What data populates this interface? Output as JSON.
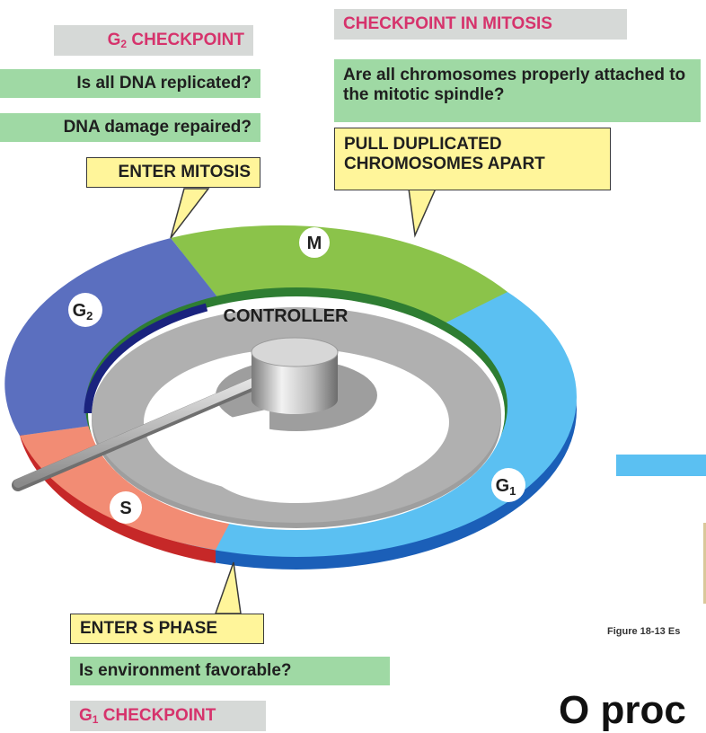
{
  "g2_checkpoint": {
    "prefix": "G",
    "sub": "2",
    "suffix": " CHECKPOINT"
  },
  "g2_questions": [
    "Is all DNA replicated?",
    "DNA damage repaired?"
  ],
  "enter_mitosis": "ENTER MITOSIS",
  "mitosis_checkpoint": "CHECKPOINT IN MITOSIS",
  "mitosis_question": "Are all chromosomes properly attached to the mitotic spindle?",
  "pull_apart": "PULL DUPLICATED CHROMOSOMES APART",
  "controller": "CONTROLLER",
  "phases": {
    "m": "M",
    "g2": {
      "prefix": "G",
      "sub": "2"
    },
    "g1": {
      "prefix": "G",
      "sub": "1"
    },
    "s": "S"
  },
  "enter_s_phase": "ENTER S PHASE",
  "g1_question": "Is environment favorable?",
  "g1_checkpoint": {
    "prefix": "G",
    "sub": "1",
    "suffix": " CHECKPOINT"
  },
  "figure_caption": "Figure 18-13 Es",
  "partial_heading": "O proc",
  "colors": {
    "m_phase": "#8bc34a",
    "g1_phase": "#5bc0f2",
    "g2_phase": "#5b6fbf",
    "s_phase": "#f28c74",
    "checkpoint_text": "#d6336c",
    "question_box": "#9fd9a4",
    "event_box": "#fff59a",
    "title_box": "#d6d9d7"
  }
}
